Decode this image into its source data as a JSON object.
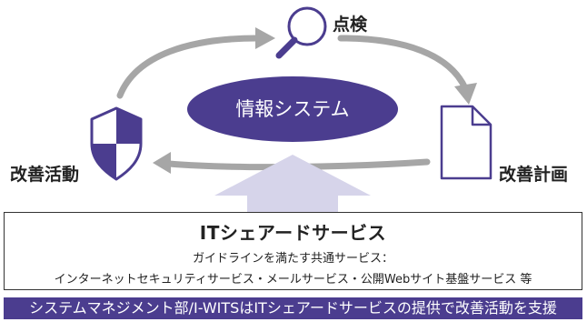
{
  "cycle": {
    "center_label": "情報システム",
    "inspect_label": "点検",
    "plan_label": "改善計画",
    "improve_label": "改善活動"
  },
  "shared_service": {
    "title": "ITシェアードサービス",
    "subtitle": "ガイドラインを満たす共通サービス：",
    "list": "インターネットセキュリティサービス・メールサービス・公開Webサイト基盤サービス 等"
  },
  "footer": {
    "text": "システムマネジメント部/I-WITSはITシェアードサービスの提供で改善活動を支援"
  },
  "colors": {
    "accent": "#4b3d8f",
    "arrow_gray": "#a6a6a6",
    "up_arrow": "#d6d4ea"
  },
  "icons": [
    "magnifier-icon",
    "document-icon",
    "shield-icon"
  ]
}
